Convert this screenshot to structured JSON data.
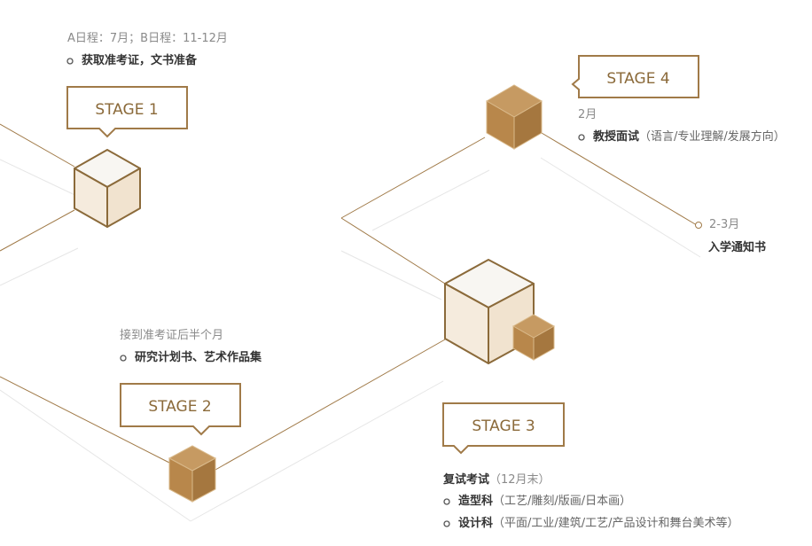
{
  "colors": {
    "line": "#a07a48",
    "faint_line": "#e6e6e6",
    "cube_light_top": "#f8f6f2",
    "cube_light_left": "#f5ebdd",
    "cube_light_right": "#f1e3cf",
    "cube_dark_top": "#c69a62",
    "cube_dark_left": "#b8874b",
    "cube_dark_right": "#a5773f",
    "stage_border": "#a07a48",
    "stage_text": "#8b6a3a"
  },
  "stages": [
    {
      "label": "STAGE 1",
      "schedule": "A日程：7月；B日程：11-12月",
      "task": "获取准考证，文书准备"
    },
    {
      "label": "STAGE 2",
      "schedule": "接到准考证后半个月",
      "task": "研究计划书、艺术作品集"
    },
    {
      "label": "STAGE 3",
      "title": "复试考试",
      "title_note": "（12月末）",
      "items": [
        {
          "name": "造型科",
          "detail": "（工艺/雕刻/版画/日本画）"
        },
        {
          "name": "设计科",
          "detail": "（平面/工业/建筑/工艺/产品设计和舞台美术等）"
        }
      ]
    },
    {
      "label": "STAGE 4",
      "schedule": "2月",
      "task": "教授面试",
      "task_detail": "（语言/专业理解/发展方向）"
    }
  ],
  "final": {
    "date": "2-3月",
    "task": "入学通知书"
  }
}
